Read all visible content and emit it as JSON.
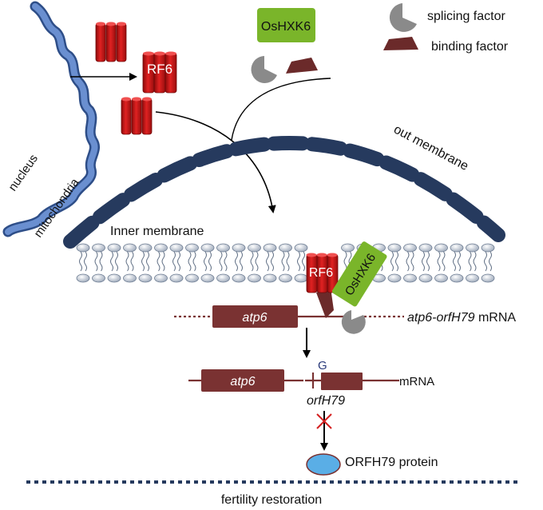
{
  "legend": {
    "splicing_factor": "splicing factor",
    "binding_factor": "binding factor"
  },
  "labels": {
    "oshxk6_top": "OsHXK6",
    "rf6_top": "RF6",
    "nucleus": "nucleus",
    "mitochondria": "mitochondria",
    "out_membrane": "out membrane",
    "inner_membrane": "Inner membrane",
    "rf6_complex": "RF6",
    "oshxk6_complex": "OsHXK6",
    "atp6_top": "atp6",
    "atp6_orfh79_mrna_gene": "atp6-orfH79",
    "atp6_orfh79_mrna_suffix": " mRNA",
    "atp6_bottom": "atp6",
    "g_letter": "G",
    "mrna_bottom": "mRNA",
    "orfh79": "orfH79",
    "orfh79_protein": "ORFH79 protein",
    "fertility_restoration": "fertility restoration"
  },
  "colors": {
    "rf6_red": "#d11a1a",
    "oshxk6_green": "#7ab52a",
    "splicing_gray": "#8a8a8a",
    "binding_brown": "#6b2a2a",
    "membrane_navy": "#263a5e",
    "nucleus_blue": "#5578b0",
    "gene_box": "#7a3232",
    "protein_blue": "#5aaee6",
    "cross_red": "#d42020"
  }
}
